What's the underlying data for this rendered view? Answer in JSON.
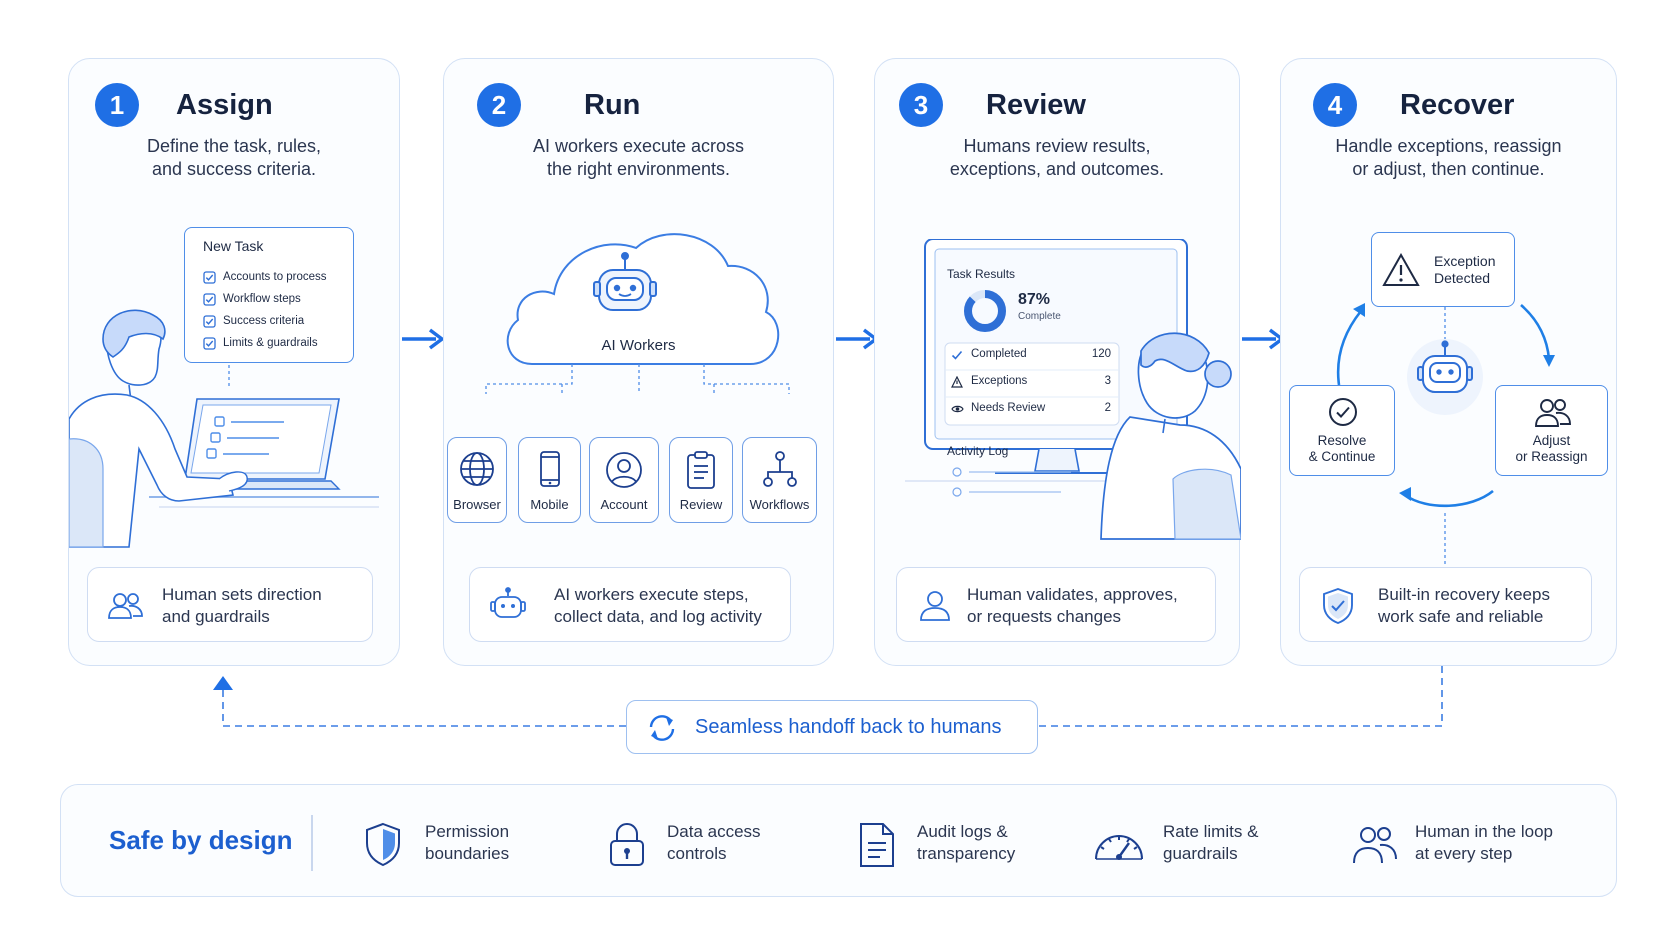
{
  "steps": [
    {
      "num": "1",
      "title": "Assign",
      "desc1": "Define the task, rules,",
      "desc2": "and success criteria.",
      "cap1": "Human sets direction",
      "cap2": "and guardrails"
    },
    {
      "num": "2",
      "title": "Run",
      "desc1": "AI workers execute across",
      "desc2": "the right environments.",
      "cap1": "AI workers execute steps,",
      "cap2": "collect data, and log activity"
    },
    {
      "num": "3",
      "title": "Review",
      "desc1": "Humans review results,",
      "desc2": "exceptions, and outcomes.",
      "cap1": "Human validates, approves,",
      "cap2": "or requests changes"
    },
    {
      "num": "4",
      "title": "Recover",
      "desc1": "Handle exceptions, reassign",
      "desc2": "or adjust, then continue.",
      "cap1": "Built-in recovery keeps",
      "cap2": "work safe and reliable"
    }
  ],
  "assign_card": {
    "title": "New Task",
    "items": [
      "Accounts to process",
      "Workflow steps",
      "Success criteria",
      "Limits & guardrails"
    ]
  },
  "run": {
    "cloud_label": "AI Workers",
    "tiles": [
      "Browser",
      "Mobile",
      "Account",
      "Review",
      "Workflows"
    ]
  },
  "review_screen": {
    "title": "Task Results",
    "percent": "87%",
    "percent_label": "Complete",
    "percent_value": 87,
    "rows": [
      {
        "label": "Completed",
        "value": "120"
      },
      {
        "label": "Exceptions",
        "value": "3"
      },
      {
        "label": "Needs Review",
        "value": "2"
      }
    ],
    "log_title": "Activity Log"
  },
  "recover": {
    "exception1": "Exception",
    "exception2": "Detected",
    "resolve1": "Resolve",
    "resolve2": "& Continue",
    "adjust1": "Adjust",
    "adjust2": "or Reassign"
  },
  "handoff": "Seamless handoff back to humans",
  "safe": {
    "title": "Safe by design",
    "items": [
      {
        "l1": "Permission",
        "l2": "boundaries",
        "icon": "shield-icon"
      },
      {
        "l1": "Data access",
        "l2": "controls",
        "icon": "lock-icon"
      },
      {
        "l1": "Audit logs &",
        "l2": "transparency",
        "icon": "document-icon"
      },
      {
        "l1": "Rate limits &",
        "l2": "guardrails",
        "icon": "gauge-icon"
      },
      {
        "l1": "Human in the loop",
        "l2": "at every step",
        "icon": "users-icon"
      }
    ]
  },
  "colors": {
    "accent": "#1f6fe5",
    "line": "#4f8ee8",
    "border": "#d3e1f5"
  }
}
